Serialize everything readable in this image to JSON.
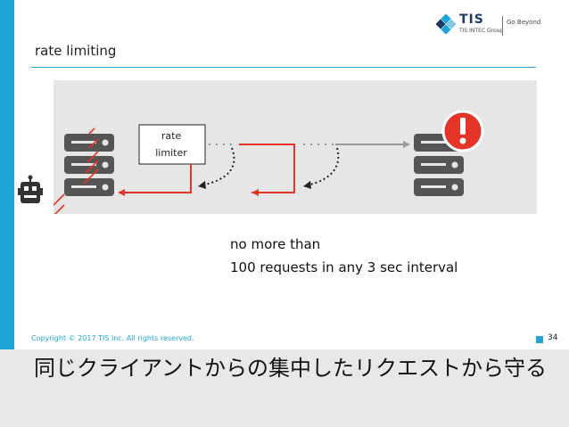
{
  "header": {
    "title": "rate limiting"
  },
  "logo": {
    "brand": "TIS",
    "group": "TIS INTEC Group",
    "tagline": "Go Beyond"
  },
  "diagram": {
    "limiter_line1": "rate",
    "limiter_line2": "limiter"
  },
  "note": {
    "line1": "no more than",
    "line2": "100 requests in any 3 sec interval"
  },
  "footer": {
    "copyright": "Copyright © 2017 TIS Inc. All rights reserved.",
    "page_number": "34"
  },
  "caption": {
    "text": "同じクライアントからの集中したリクエストから守る"
  },
  "colors": {
    "accent": "#1ea6d6",
    "alert_red": "#e5342a",
    "server_gray": "#555555"
  }
}
